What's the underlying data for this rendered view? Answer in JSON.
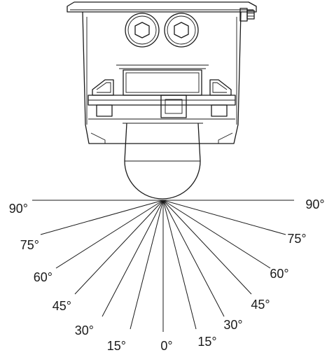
{
  "diagram": {
    "device": {
      "name": "housing-with-dome",
      "icon": "dome-detector-icon"
    },
    "angles": [
      {
        "left": "90°",
        "right": "90°"
      },
      {
        "left": "75°",
        "right": "75°"
      },
      {
        "left": "60°",
        "right": "60°"
      },
      {
        "left": "45°",
        "right": "45°"
      },
      {
        "left": "30°",
        "right": "30°"
      },
      {
        "left": "15°",
        "right": "15°"
      }
    ],
    "center_label": "0°",
    "colors": {
      "ink": "#1a1a1a",
      "background": "#ffffff"
    }
  }
}
